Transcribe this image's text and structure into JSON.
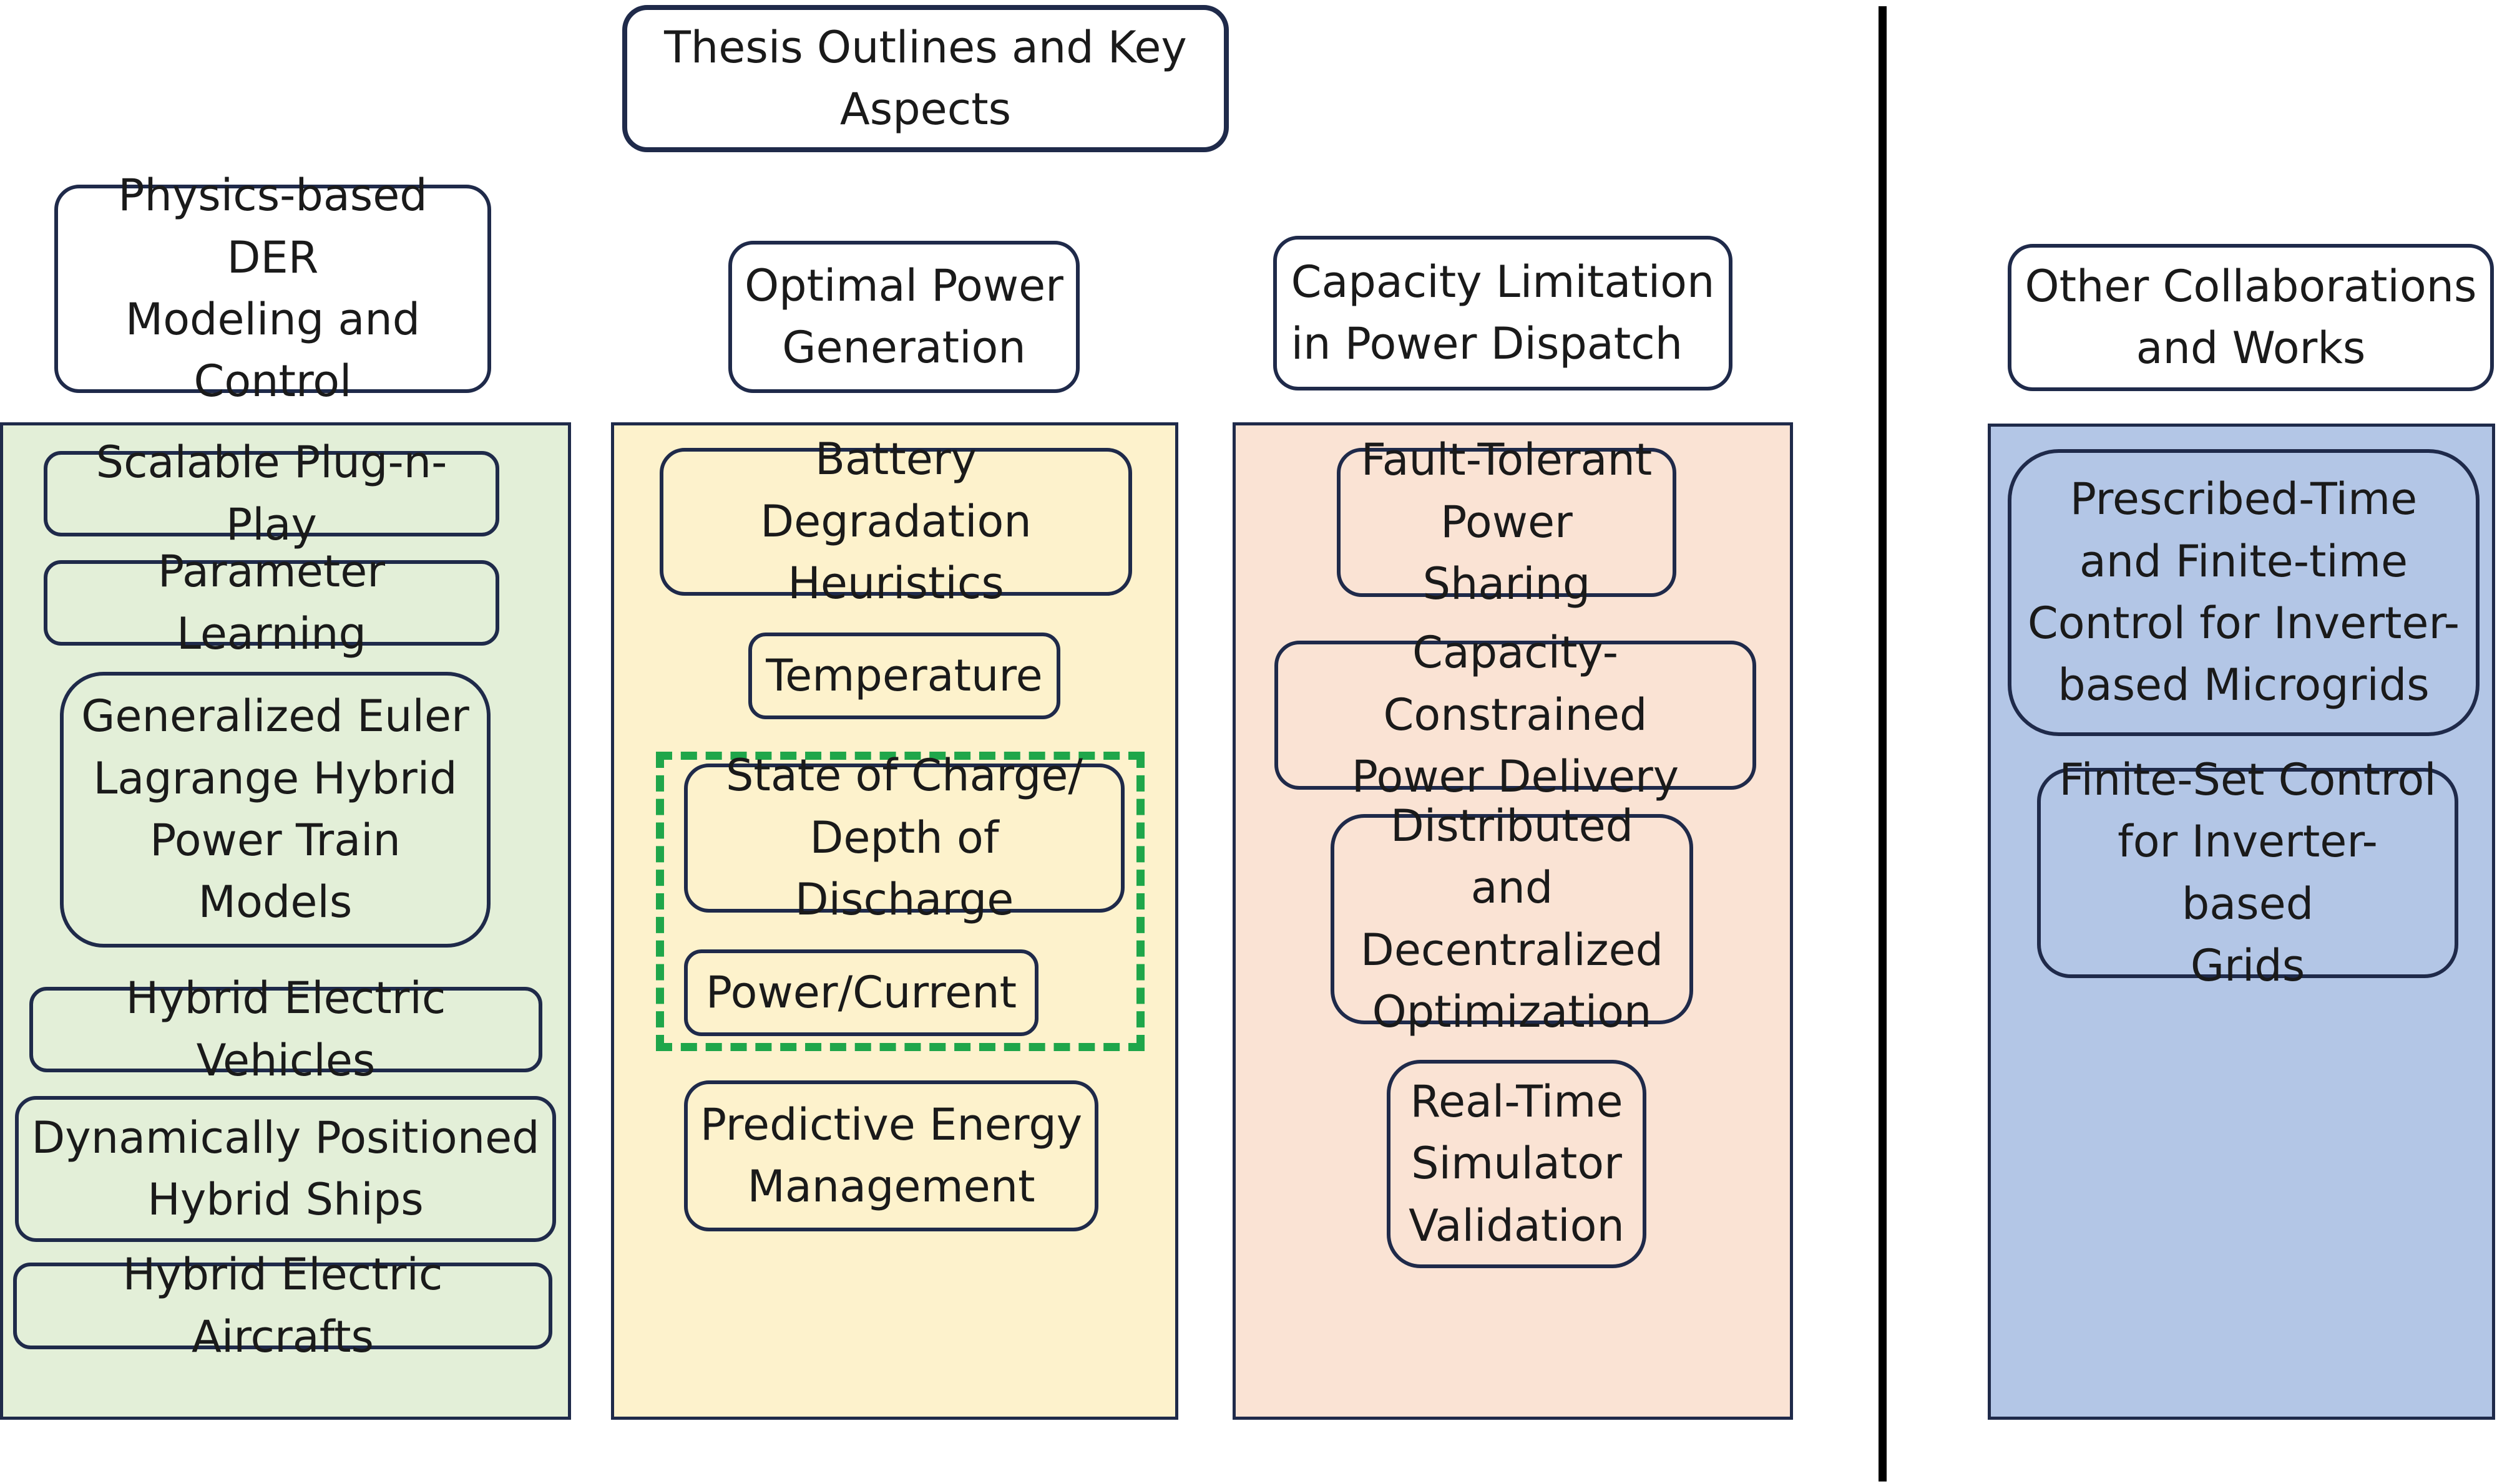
{
  "title": "Thesis Outlines and Key\nAspects",
  "columns": [
    {
      "header": "Physics-based DER\nModeling and\nControl",
      "items": [
        "Scalable Plug-n-Play",
        "Parameter Learning",
        "Generalized Euler\nLagrange Hybrid\nPower Train\nModels",
        "Hybrid Electric Vehicles",
        "Dynamically Positioned\nHybrid Ships",
        "Hybrid Electric Aircrafts"
      ]
    },
    {
      "header": "Optimal Power\nGeneration",
      "items": [
        "Battery Degradation\nHeuristics",
        "Temperature",
        "State of Charge/\nDepth of Discharge",
        "Power/Current",
        "Predictive Energy\nManagement"
      ]
    },
    {
      "header": "Capacity Limitation\nin Power Dispatch",
      "items": [
        "Fault-Tolerant\nPower Sharing",
        "Capacity-Constrained\nPower Delivery",
        "Distributed and\nDecentralized\nOptimization",
        "Real-Time\nSimulator\nValidation"
      ]
    },
    {
      "header": "Other Collaborations\nand Works",
      "items": [
        "Prescribed-Time\nand Finite-time\nControl for Inverter-\nbased Microgrids",
        "Finite-Set Control\nfor Inverter-based\nGrids"
      ]
    }
  ],
  "colors": {
    "green": "#e3efd8",
    "yellow": "#fdf2cc",
    "peach": "#fae3d4",
    "blue": "#b3c6e6",
    "dashed_group": "#1fa64a",
    "border": "#1f2a4a"
  }
}
